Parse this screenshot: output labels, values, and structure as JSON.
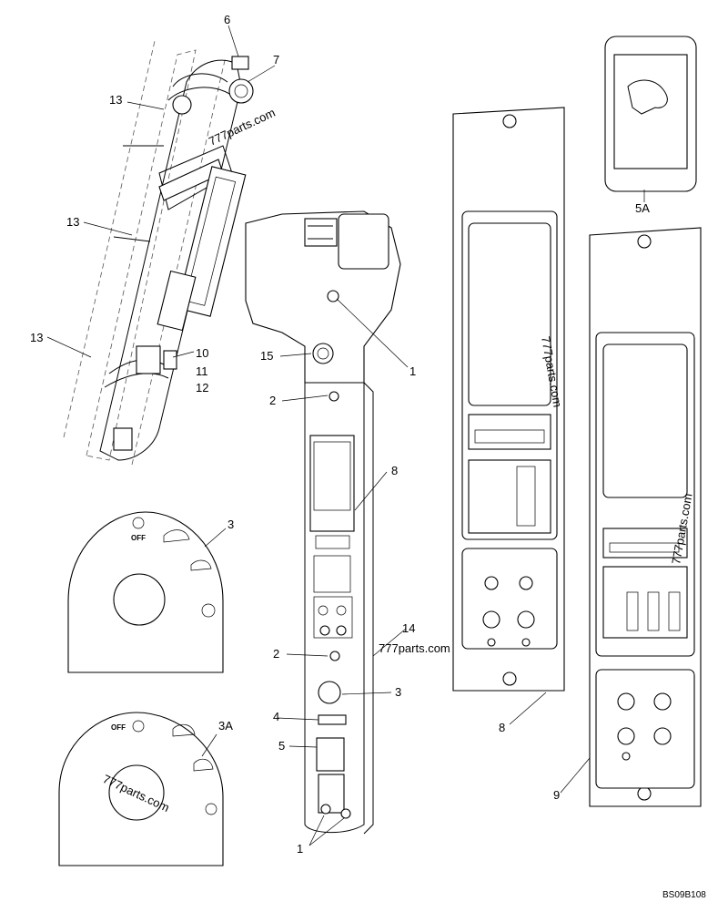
{
  "callouts": {
    "c6": "6",
    "c7": "7",
    "c13a": "13",
    "c13b": "13",
    "c13c": "13",
    "c10": "10",
    "c11": "11",
    "c12": "12",
    "c15": "15",
    "c1a": "1",
    "c2a": "2",
    "c8a": "8",
    "c3a": "3",
    "c14": "14",
    "c2b": "2",
    "c3b": "3",
    "c4": "4",
    "c5": "5",
    "c1b": "1",
    "c3A": "3A",
    "c5A": "5A",
    "c8b": "8",
    "c9": "9"
  },
  "labels": {
    "off_top": "OFF",
    "off_bottom": "OFF"
  },
  "watermarks": {
    "wm1": "777parts.com",
    "wm2": "777parts.com",
    "wm3": "777parts.com",
    "wm4": "777parts.com",
    "wm5": "777parts.com"
  },
  "figure_code": "BS09B108"
}
